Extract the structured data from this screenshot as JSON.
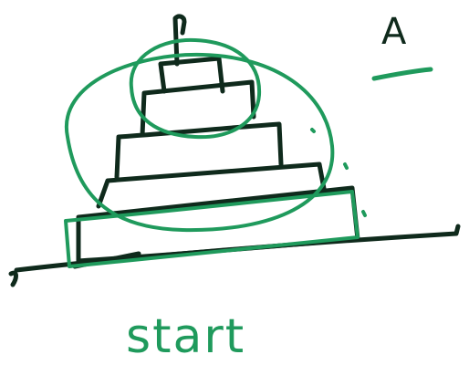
{
  "sketch": {
    "title_letter": "A",
    "caption": "start"
  },
  "colors": {
    "background": "#ffffff",
    "dark_ink": "#0f2a1c",
    "green_ink": "#1f9a5c"
  },
  "stack": {
    "tiers": [
      "base",
      "tier-2",
      "tier-3",
      "tier-4",
      "top-cap"
    ],
    "has_spindle": true
  },
  "annotations": {
    "large_outline": "ellipse",
    "small_outline": "ellipse",
    "base_highlight": "rectangle",
    "title_underline": "stroke"
  }
}
